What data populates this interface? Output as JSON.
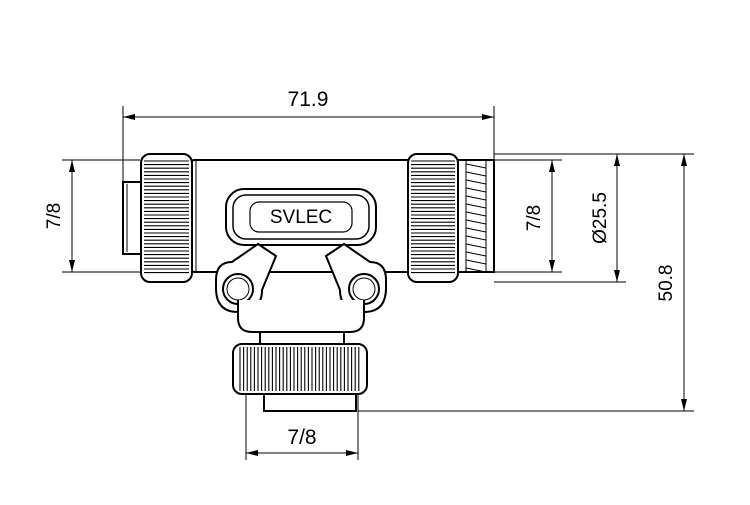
{
  "brand": "SVLEC",
  "dimensions": {
    "overall_width": "71.9",
    "left_thread": "7/8",
    "right_thread": "7/8",
    "right_diameter": "Ø25.5",
    "overall_height": "50.8",
    "bottom_thread": "7/8"
  }
}
